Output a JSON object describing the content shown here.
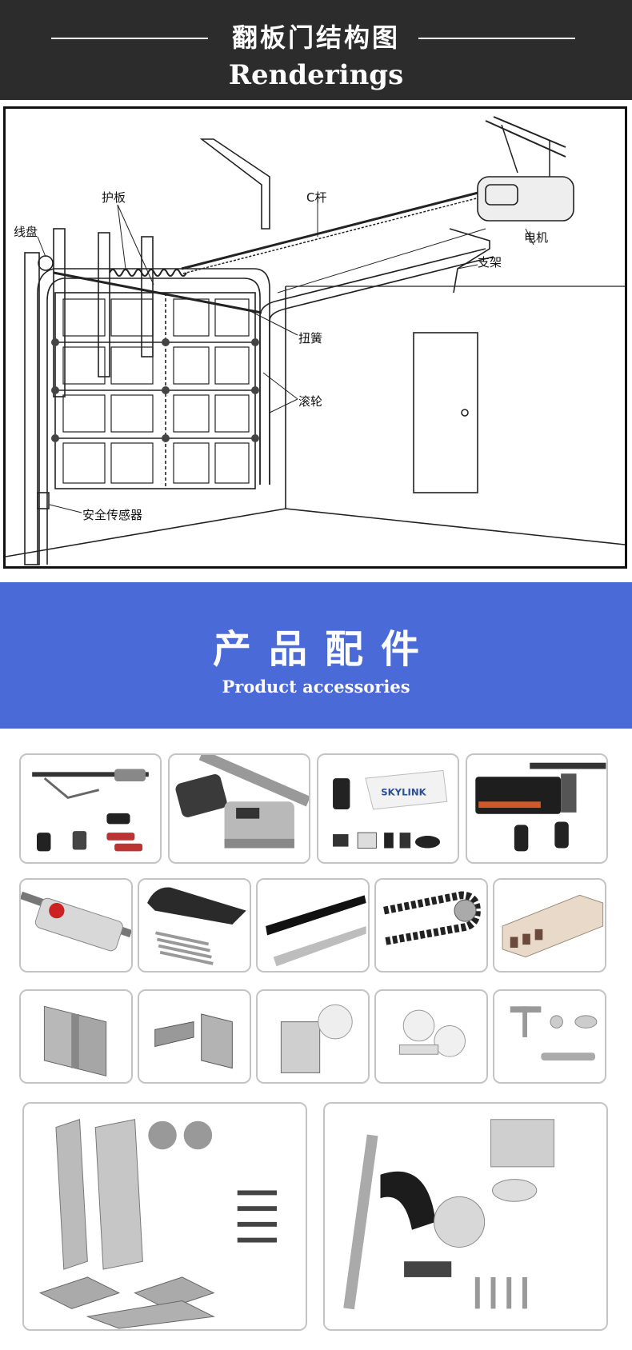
{
  "header": {
    "title_cn": "翻板门结构图",
    "title_en": "Renderings"
  },
  "diagram": {
    "labels": {
      "hu_ban": "护板",
      "xian_pan": "线盘",
      "c_gan": "C杆",
      "dian_ji": "电机",
      "zhi_jia": "支架",
      "niu_huang": "扭簧",
      "gun_lun": "滚轮",
      "sensor": "安全传感器"
    }
  },
  "section": {
    "title_cn": "产品配件",
    "title_en": "Product accessories"
  },
  "products": {
    "row1": [
      "opener-kit",
      "opener-motor-unit",
      "skylink-opener",
      "chain-opener"
    ],
    "row2": [
      "opener-rail",
      "bottom-seal",
      "seal-strip",
      "drive-belt",
      "aluminum-profile"
    ],
    "row3": [
      "hinge",
      "bracket",
      "roller-bracket",
      "rollers",
      "lock-handle"
    ],
    "row4": [
      "hardware-kit",
      "opener-hardware-kit"
    ]
  }
}
